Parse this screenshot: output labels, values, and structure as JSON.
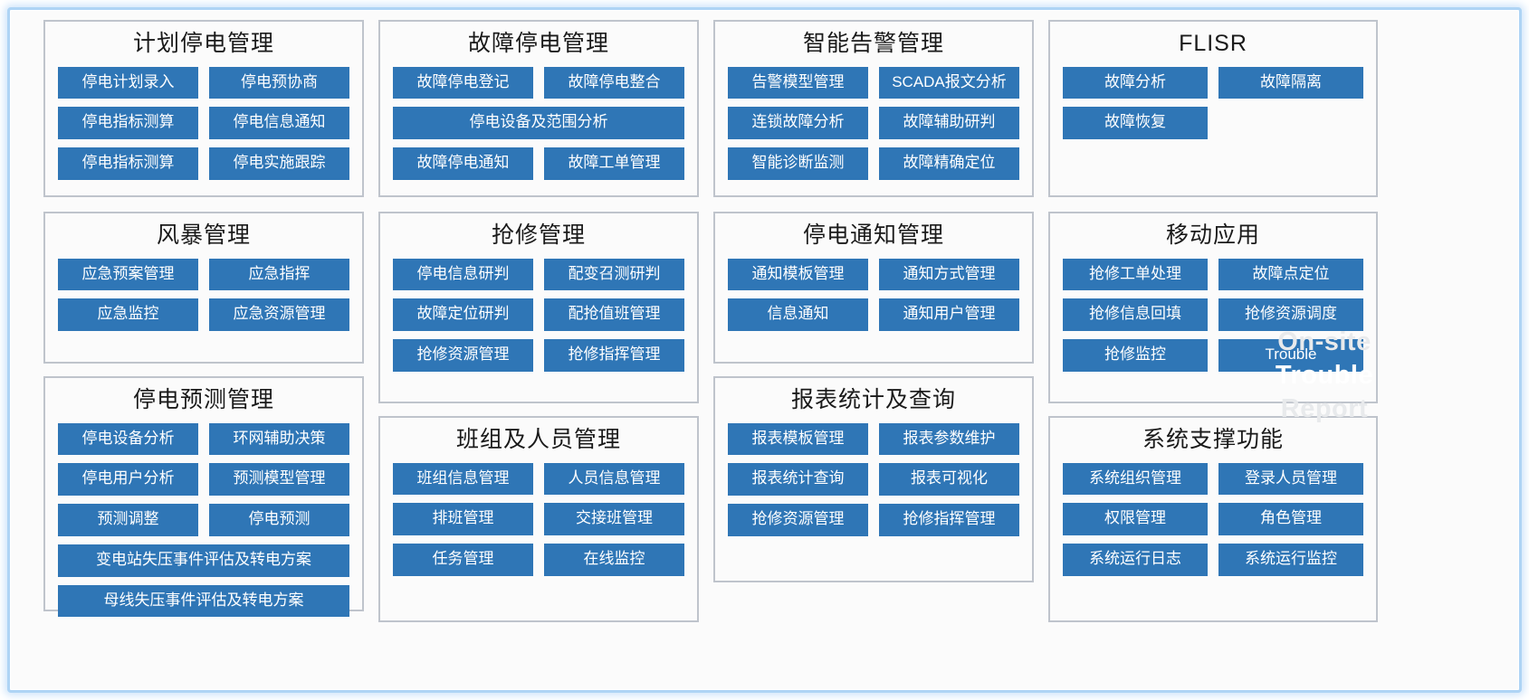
{
  "theme": {
    "button_blue": "#2f76b6",
    "panel_border": "#bfc4cc",
    "panel_bg": "#fbfbfb",
    "glow_border": "#aed4f5",
    "title_color": "#1a1a1a"
  },
  "overlay": {
    "line1": "On-site",
    "line2": "Trouble",
    "line3": "Report"
  },
  "columns": [
    {
      "panels": [
        {
          "title": "计划停电管理",
          "rows": [
            [
              "停电计划录入",
              "停电预协商"
            ],
            [
              "停电指标测算",
              "停电信息通知"
            ],
            [
              "停电指标测算",
              "停电实施跟踪"
            ]
          ]
        },
        {
          "title": "风暴管理",
          "rows": [
            [
              "应急预案管理",
              "应急指挥"
            ],
            [
              "应急监控",
              "应急资源管理"
            ]
          ]
        },
        {
          "title": "停电预测管理",
          "rows": [
            [
              "停电设备分析",
              "环网辅助决策"
            ],
            [
              "停电用户分析",
              "预测模型管理"
            ],
            [
              "预测调整",
              "停电预测"
            ],
            [
              "变电站失压事件评估及转电方案"
            ],
            [
              "母线失压事件评估及转电方案"
            ]
          ]
        }
      ]
    },
    {
      "panels": [
        {
          "title": "故障停电管理",
          "rows": [
            [
              "故障停电登记",
              "故障停电整合"
            ],
            [
              "停电设备及范围分析"
            ],
            [
              "故障停电通知",
              "故障工单管理"
            ]
          ]
        },
        {
          "title": "抢修管理",
          "rows": [
            [
              "停电信息研判",
              "配变召测研判"
            ],
            [
              "故障定位研判",
              "配抢值班管理"
            ],
            [
              "抢修资源管理",
              "抢修指挥管理"
            ]
          ]
        },
        {
          "title": "班组及人员管理",
          "rows": [
            [
              "班组信息管理",
              "人员信息管理"
            ],
            [
              "排班管理",
              "交接班管理"
            ],
            [
              "任务管理",
              "在线监控"
            ]
          ]
        }
      ]
    },
    {
      "panels": [
        {
          "title": "智能告警管理",
          "rows": [
            [
              "告警模型管理",
              "SCADA报文分析"
            ],
            [
              "连锁故障分析",
              "故障辅助研判"
            ],
            [
              "智能诊断监测",
              "故障精确定位"
            ]
          ]
        },
        {
          "title": "停电通知管理",
          "rows": [
            [
              "通知模板管理",
              "通知方式管理"
            ],
            [
              "信息通知",
              "通知用户管理"
            ]
          ]
        },
        {
          "title": "报表统计及查询",
          "rows": [
            [
              "报表模板管理",
              "报表参数维护"
            ],
            [
              "报表统计查询",
              "报表可视化"
            ],
            [
              "抢修资源管理",
              "抢修指挥管理"
            ]
          ]
        }
      ]
    },
    {
      "panels": [
        {
          "title": "FLISR",
          "rows": [
            [
              "故障分析",
              "故障隔离"
            ],
            [
              "故障恢复"
            ]
          ]
        },
        {
          "title": "移动应用",
          "rows": [
            [
              "抢修工单处理",
              "故障点定位"
            ],
            [
              "抢修信息回填",
              "抢修资源调度"
            ],
            [
              "抢修监控",
              "Trouble"
            ]
          ]
        },
        {
          "title": "系统支撑功能",
          "rows": [
            [
              "系统组织管理",
              "登录人员管理"
            ],
            [
              "权限管理",
              "角色管理"
            ],
            [
              "系统运行日志",
              "系统运行监控"
            ]
          ]
        }
      ]
    }
  ]
}
